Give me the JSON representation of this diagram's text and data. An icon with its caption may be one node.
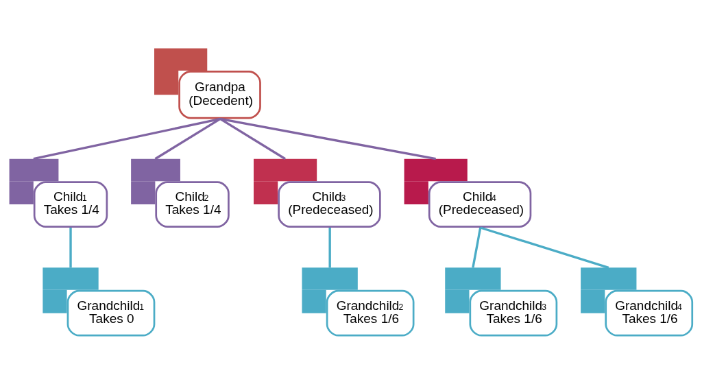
{
  "diagram": {
    "nodes": [
      {
        "text": [
          "Grandpa",
          "(Decedent)"
        ]
      },
      {
        "text": [
          "Child$_{1}$",
          "Takes 1/4"
        ]
      },
      {
        "text": [
          "Child$_{2}$",
          "Takes 1/4"
        ]
      },
      {
        "text": [
          "Child$_{3}$",
          "(Predeceased)"
        ]
      },
      {
        "text": [
          "Child$_{4}$",
          "(Predeceased)"
        ]
      },
      {
        "text": [
          "Grandchild$_{1}$",
          "Takes 0"
        ]
      },
      {
        "text": [
          "Grandchild$_{2}$",
          "Takes 1/6"
        ]
      },
      {
        "text": [
          "Grandchild$_{3}$",
          "Takes 1/6"
        ]
      },
      {
        "text": [
          "Grandchild$_{4}$",
          "Takes 1/6"
        ]
      }
    ],
    "edges": [
      {
        "from": 0,
        "to": 1,
        "arrow": "none",
        "color": "#8064a2"
      },
      {
        "from": 0,
        "to": 2,
        "arrow": "none",
        "color": "#8064a2"
      },
      {
        "from": 0,
        "to": 3,
        "arrow": "none",
        "color": "#8064a2"
      },
      {
        "from": 0,
        "to": 4,
        "arrow": "none",
        "color": "#8064a2"
      },
      {
        "from": 1,
        "to": 5,
        "arrow": "none",
        "color": "#4bacc6"
      },
      {
        "from": 3,
        "to": 6,
        "arrow": "none",
        "color": "#4bacc6"
      },
      {
        "from": 4,
        "to": 7,
        "arrow": "none",
        "color": "#4bacc6"
      },
      {
        "from": 4,
        "to": 8,
        "arrow": "none",
        "color": "#4bacc6"
      }
    ]
  }
}
